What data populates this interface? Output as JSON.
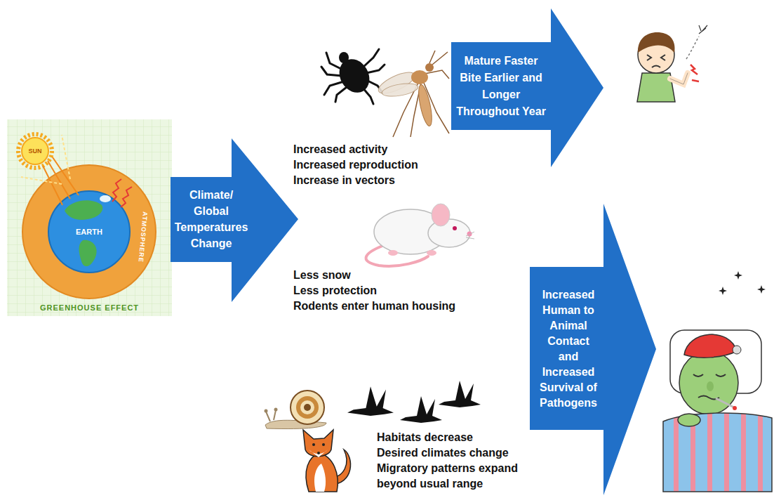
{
  "diagram": {
    "nodes": [
      {
        "text": [
          "SUN",
          "EARTH",
          "ATMOSPHERE",
          "GREENHOUSE EFFECT"
        ]
      },
      {
        "text": [
          "Climate/ Global Temperatures Change"
        ]
      },
      {
        "text": [
          "Mature Faster Bite Earlier and Longer Throughout Year"
        ]
      },
      {
        "text": [
          "Increased Human to Animal Contact and Increased Survival of Pathogens"
        ]
      }
    ],
    "labels": [
      "Increased activity",
      "Increased reproduction",
      "Increase in vectors",
      "Less snow",
      "Less protection",
      "Rodents enter human housing",
      "Habitats decrease",
      "Desired climates change",
      "Migratory patterns expand beyond usual range"
    ]
  }
}
